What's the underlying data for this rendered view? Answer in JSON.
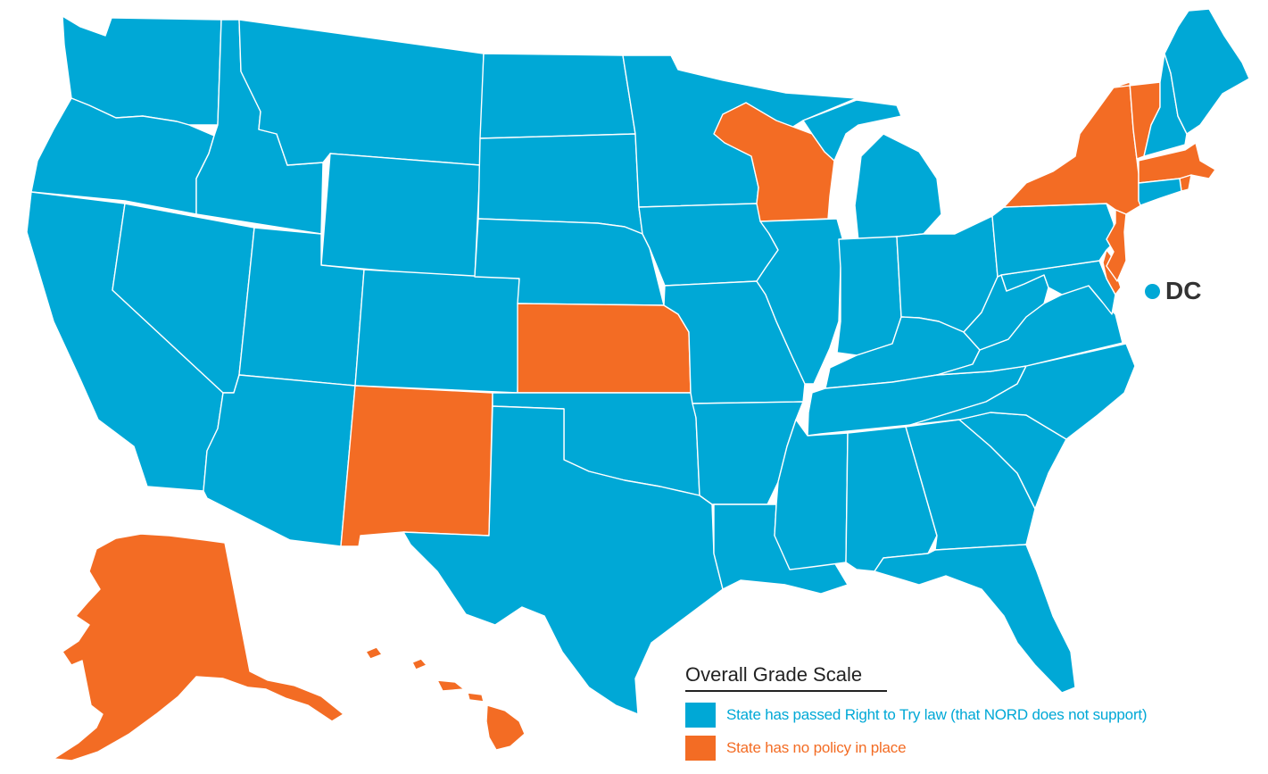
{
  "colors": {
    "passed": "#00a8d6",
    "none": "#f36c24",
    "border": "#ffffff",
    "text_dark": "#222222"
  },
  "dc": {
    "label": "DC",
    "status": "passed"
  },
  "legend": {
    "title": "Overall Grade Scale",
    "items": [
      {
        "status": "passed",
        "label": "State has passed Right to Try law (that NORD does not support)"
      },
      {
        "status": "none",
        "label": "State has no policy in place"
      }
    ]
  },
  "states": {
    "WA": "passed",
    "OR": "passed",
    "CA": "passed",
    "ID": "passed",
    "NV": "passed",
    "MT": "passed",
    "WY": "passed",
    "UT": "passed",
    "AZ": "passed",
    "CO": "passed",
    "NM": "none",
    "ND": "passed",
    "SD": "passed",
    "NE": "passed",
    "KS": "none",
    "OK": "passed",
    "TX": "passed",
    "MN": "passed",
    "IA": "passed",
    "MO": "passed",
    "AR": "passed",
    "LA": "passed",
    "WI": "none",
    "IL": "passed",
    "MI": "passed",
    "IN": "passed",
    "OH": "passed",
    "KY": "passed",
    "TN": "passed",
    "MS": "passed",
    "AL": "passed",
    "GA": "passed",
    "FL": "passed",
    "SC": "passed",
    "NC": "passed",
    "VA": "passed",
    "WV": "passed",
    "PA": "passed",
    "NY": "none",
    "VT": "none",
    "NH": "passed",
    "ME": "passed",
    "MA": "none",
    "RI": "none",
    "CT": "passed",
    "NJ": "none",
    "DE": "none",
    "MD": "passed",
    "AK": "none",
    "HI": "none"
  }
}
